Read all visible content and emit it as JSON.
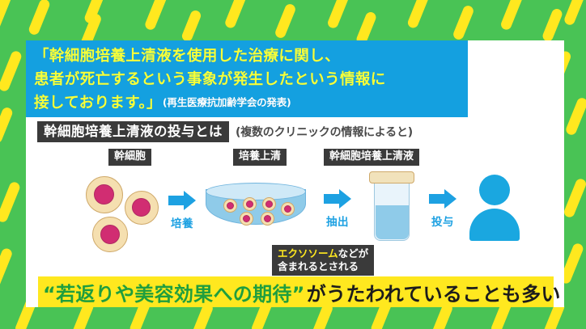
{
  "background": {
    "color": "#49c355",
    "stripe_color": "#ffe81f"
  },
  "quote": {
    "box_color": "#14a0e0",
    "text_color": "#f6ff3a",
    "line1": "「幹細胞培養上清液を使用した治療に関し、",
    "line2": "患者が死亡するという事象が発生したという情報に",
    "line3": "接しております。」",
    "attribution": "(再生医療抗加齢学会の発表)"
  },
  "subtitle": {
    "tag": "幹細胞培養上清液の投与とは",
    "note": "(複数のクリニックの情報によると)",
    "tag_bg": "#3a3a3a"
  },
  "diagram": {
    "stages": [
      {
        "label": "幹細胞"
      },
      {
        "label": "培養上清"
      },
      {
        "label": "幹細胞培養上清液"
      }
    ],
    "arrows": [
      {
        "label": "培養"
      },
      {
        "label": "抽出"
      },
      {
        "label": "投与"
      }
    ],
    "arrow_color": "#1da1e2",
    "cell_fill": "#f5dfb0",
    "cell_nucleus": "#d12d72",
    "liquid_color": "#8fcbe9",
    "person_color": "#1aa7e0"
  },
  "callout": {
    "highlight": "エクソソーム",
    "line1_rest": "などが",
    "line2": "含まれるとされる",
    "highlight_color": "#ffe81f",
    "bg": "#3a3a3a"
  },
  "banner": {
    "bg": "#ffe81f",
    "quoted": "“若返りや美容効果への期待”",
    "rest": "がうたわれていることも多い",
    "quoted_color": "#1f9e3e",
    "rest_color": "#1c1c1c"
  }
}
